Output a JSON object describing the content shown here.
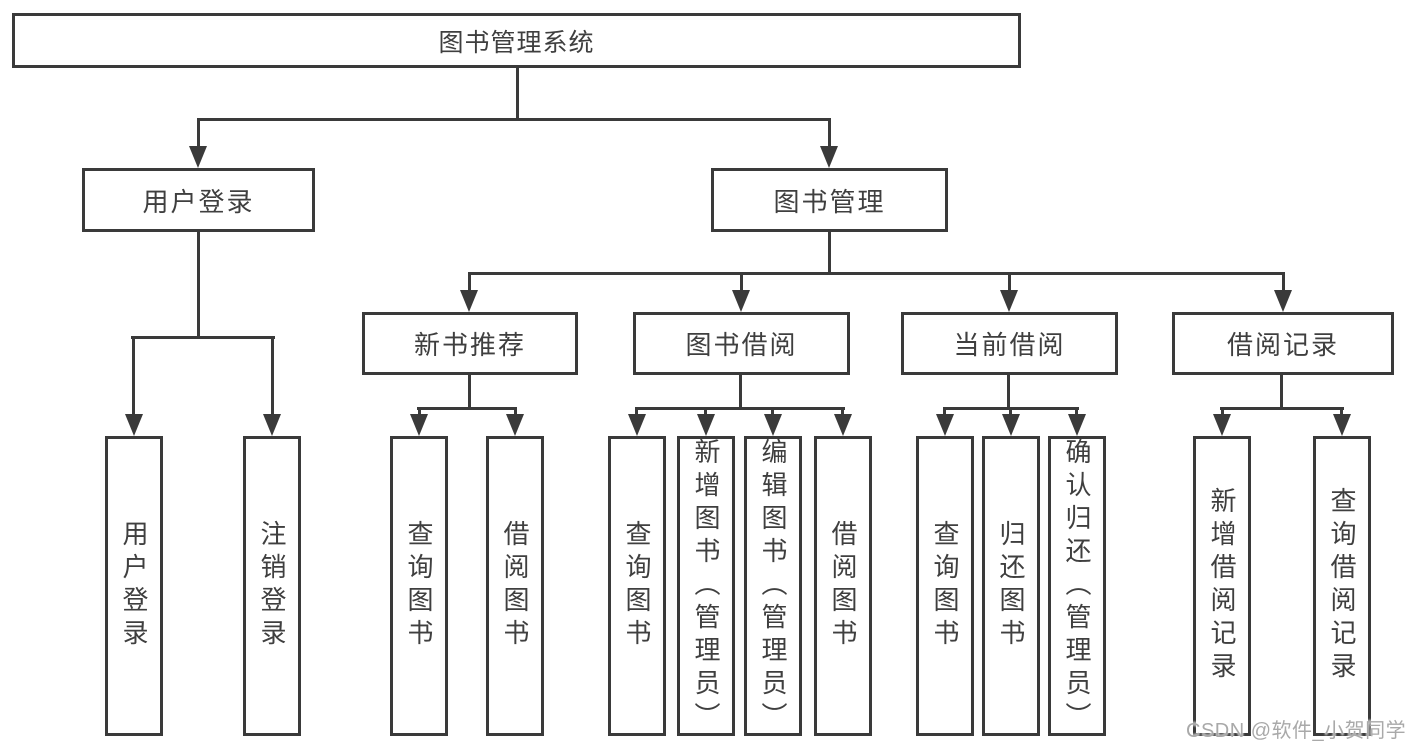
{
  "diagram": {
    "tree": {
      "label": "图书管理系统",
      "children": [
        {
          "label": "用户登录",
          "children": [
            {
              "label": "用户登录"
            },
            {
              "label": "注销登录"
            }
          ]
        },
        {
          "label": "图书管理",
          "children": [
            {
              "label": "新书推荐",
              "children": [
                {
                  "label": "查询图书"
                },
                {
                  "label": "借阅图书"
                }
              ]
            },
            {
              "label": "图书借阅",
              "children": [
                {
                  "label": "查询图书"
                },
                {
                  "label": "新增图书（管理员）"
                },
                {
                  "label": "编辑图书（管理员）"
                },
                {
                  "label": "借阅图书"
                }
              ]
            },
            {
              "label": "当前借阅",
              "children": [
                {
                  "label": "查询图书"
                },
                {
                  "label": "归还图书"
                },
                {
                  "label": "确认归还（管理员）"
                }
              ]
            },
            {
              "label": "借阅记录",
              "children": [
                {
                  "label": "新增借阅记录"
                },
                {
                  "label": "查询借阅记录"
                }
              ]
            }
          ]
        }
      ]
    },
    "colors": {
      "line": "#3a3a3a",
      "text": "#3f3f3f",
      "box_background": "#ffffff",
      "watermark": "#a9a9a9"
    }
  },
  "watermark": {
    "text": "CSDN @软件_小贺同学"
  }
}
